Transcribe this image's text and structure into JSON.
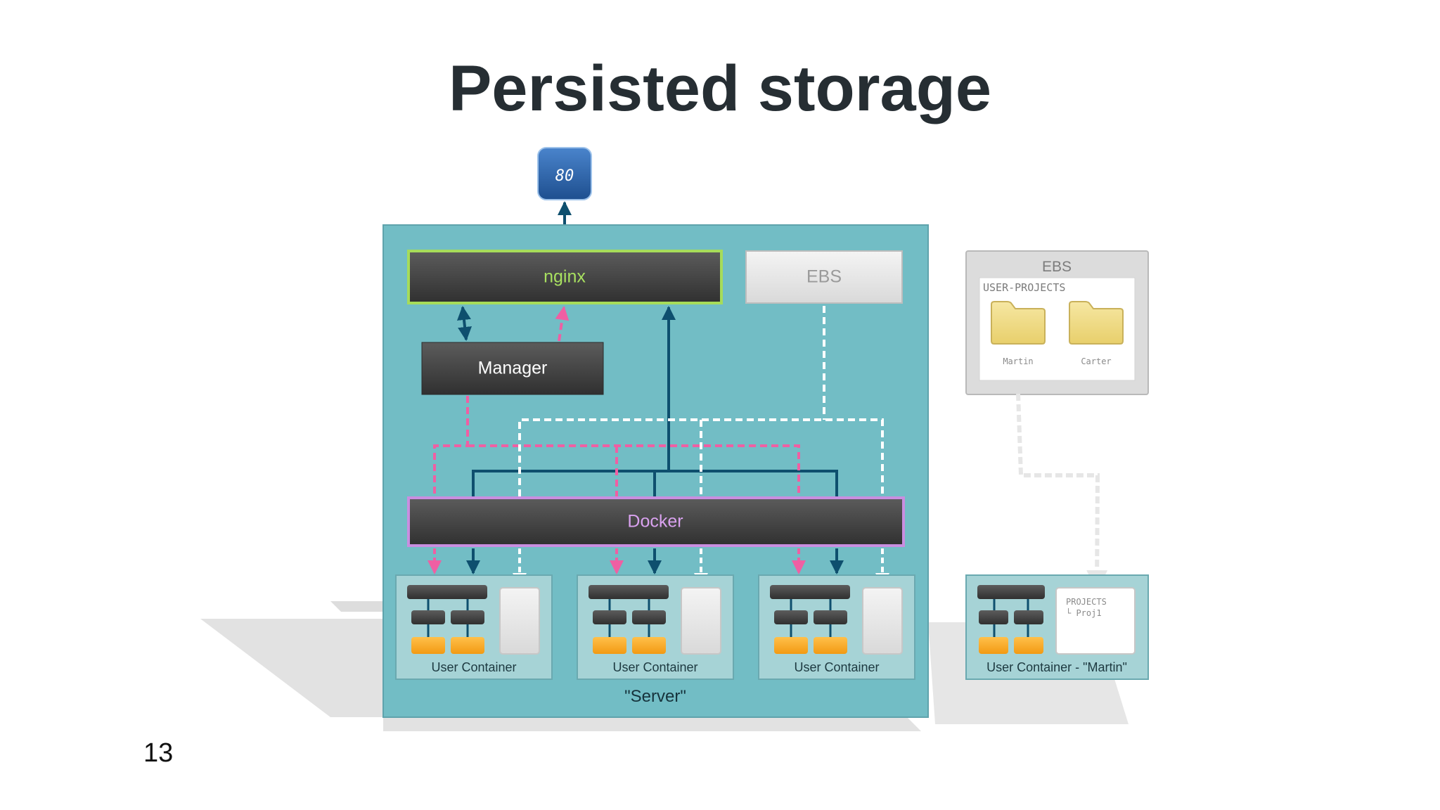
{
  "slide": {
    "title": "Persisted storage",
    "page_number": "13"
  },
  "port": {
    "label": "80"
  },
  "server": {
    "label": "\"Server\"",
    "nginx_label": "nginx",
    "ebs_label": "EBS",
    "manager_label": "Manager",
    "docker_label": "Docker",
    "containers": [
      {
        "label": "User Container"
      },
      {
        "label": "User Container"
      },
      {
        "label": "User Container"
      }
    ]
  },
  "external_ebs": {
    "label": "EBS",
    "folder_group": "USER-PROJECTS",
    "folders": [
      {
        "label": "Martin"
      },
      {
        "label": "Carter"
      }
    ]
  },
  "martin_container": {
    "label": "User Container - \"Martin\"",
    "projects_title": "PROJECTS",
    "projects_item": "└ Proj1"
  },
  "colors": {
    "server_bg": "#72bdc5",
    "nginx_border": "#a6dc5a",
    "nginx_text": "#a8e060",
    "docker_border": "#c98ee0",
    "docker_text": "#d9a2ef",
    "dark_arrow": "#0e4f6e",
    "pink_dashed": "#ef5fa3",
    "white_dashed": "#ffffff",
    "port_blue": "#2f66b0",
    "folder_yellow": "#f1dc86",
    "node_orange": "#f7a92a"
  }
}
